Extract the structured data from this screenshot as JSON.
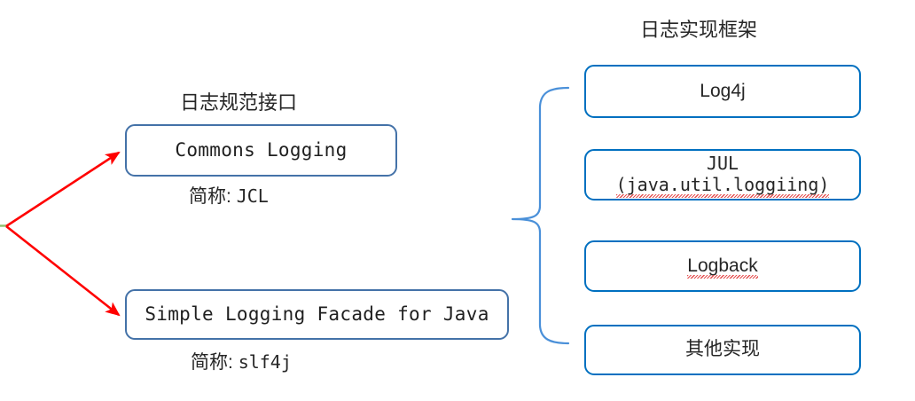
{
  "diagram": {
    "title_left": "日志规范接口",
    "title_right": "日志实现框架",
    "interfaces": [
      {
        "id": "jcl",
        "label": "Commons Logging",
        "caption_prefix": "简称:",
        "caption_value": "JCL"
      },
      {
        "id": "slf4j",
        "label": "Simple Logging Facade for Java",
        "caption_prefix": "简称:",
        "caption_value": "slf4j"
      }
    ],
    "implementations": [
      {
        "id": "log4j",
        "label": "Log4j",
        "line2": "",
        "misspelled": false
      },
      {
        "id": "jul",
        "label": "JUL",
        "line2": "(java.util.loggiing)",
        "misspelled": true
      },
      {
        "id": "logback",
        "label": "Logback",
        "line2": "",
        "misspelled": true
      },
      {
        "id": "other",
        "label": "其他实现",
        "line2": "",
        "misspelled": false
      }
    ],
    "colors": {
      "interface_border": "#4472a8",
      "implementation_border": "#0070c0",
      "arrow": "#ff0000",
      "brace": "#4a90d9",
      "text": "#262626",
      "spellcheck_underline": "#e03131",
      "background": "#ffffff"
    }
  }
}
